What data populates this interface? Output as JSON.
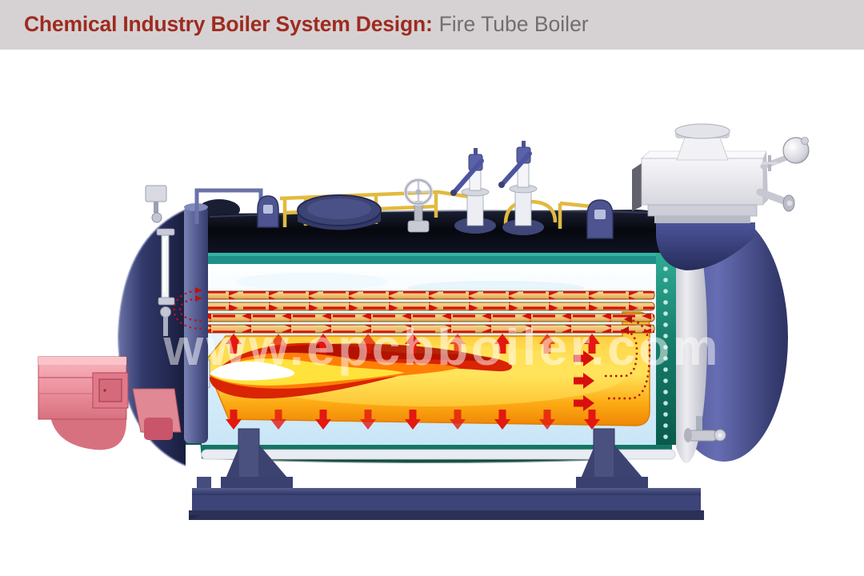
{
  "header": {
    "title_emphasis": "Chemical Industry Boiler System Design:",
    "title_regular": "Fire Tube Boiler"
  },
  "watermark": {
    "text": "www.epcbboiler.com"
  },
  "figure": {
    "description": "Cutaway 3D illustration of a horizontal fire tube boiler: pink burner firing a flame into the furnace tube, flue gas passes through fire tubes with red flow arrows, reversal chamber at rear, safety valves and manhole on top, main steam valve at rear top, mounted on a navy skid base.",
    "components": [
      "burner",
      "furnace-flame",
      "fire-tubes",
      "gas-flow-arrows",
      "reversal-chamber",
      "water-level-gauge",
      "front-smoke-pipe",
      "manhole-cover",
      "handwheel-valve",
      "safety-valve",
      "lifting-lug",
      "handrail",
      "main-steam-valve",
      "rear-head",
      "blowdown-valve",
      "support-skid"
    ]
  },
  "palette": {
    "header_bg": "#d6d2d3",
    "title_emphasis_color": "#9e2b20",
    "title_regular_color": "#716d72",
    "shell_dark_navy": "#0b0e1a",
    "head_blue": "#3c4375",
    "rear_dome_blue": "#5a61a5",
    "metal_silver": "#e8e9ee",
    "cutaway_teal": "#1f9188",
    "interior_blue": "#d8eefa",
    "tube_tan": "#eec279",
    "flow_arrow_red": "#d80f0f",
    "furnace_yellow": "#ffd94d",
    "furnace_orange": "#f08c06",
    "flame_red": "#d61b05",
    "flame_white": "#ffffff",
    "burner_pink": "#ef96a1",
    "rail_yellow": "#e2ba3e",
    "valve_cap_blue": "#5a62a8",
    "base_navy": "#3d4478",
    "watermark_color": "#ffffff"
  }
}
